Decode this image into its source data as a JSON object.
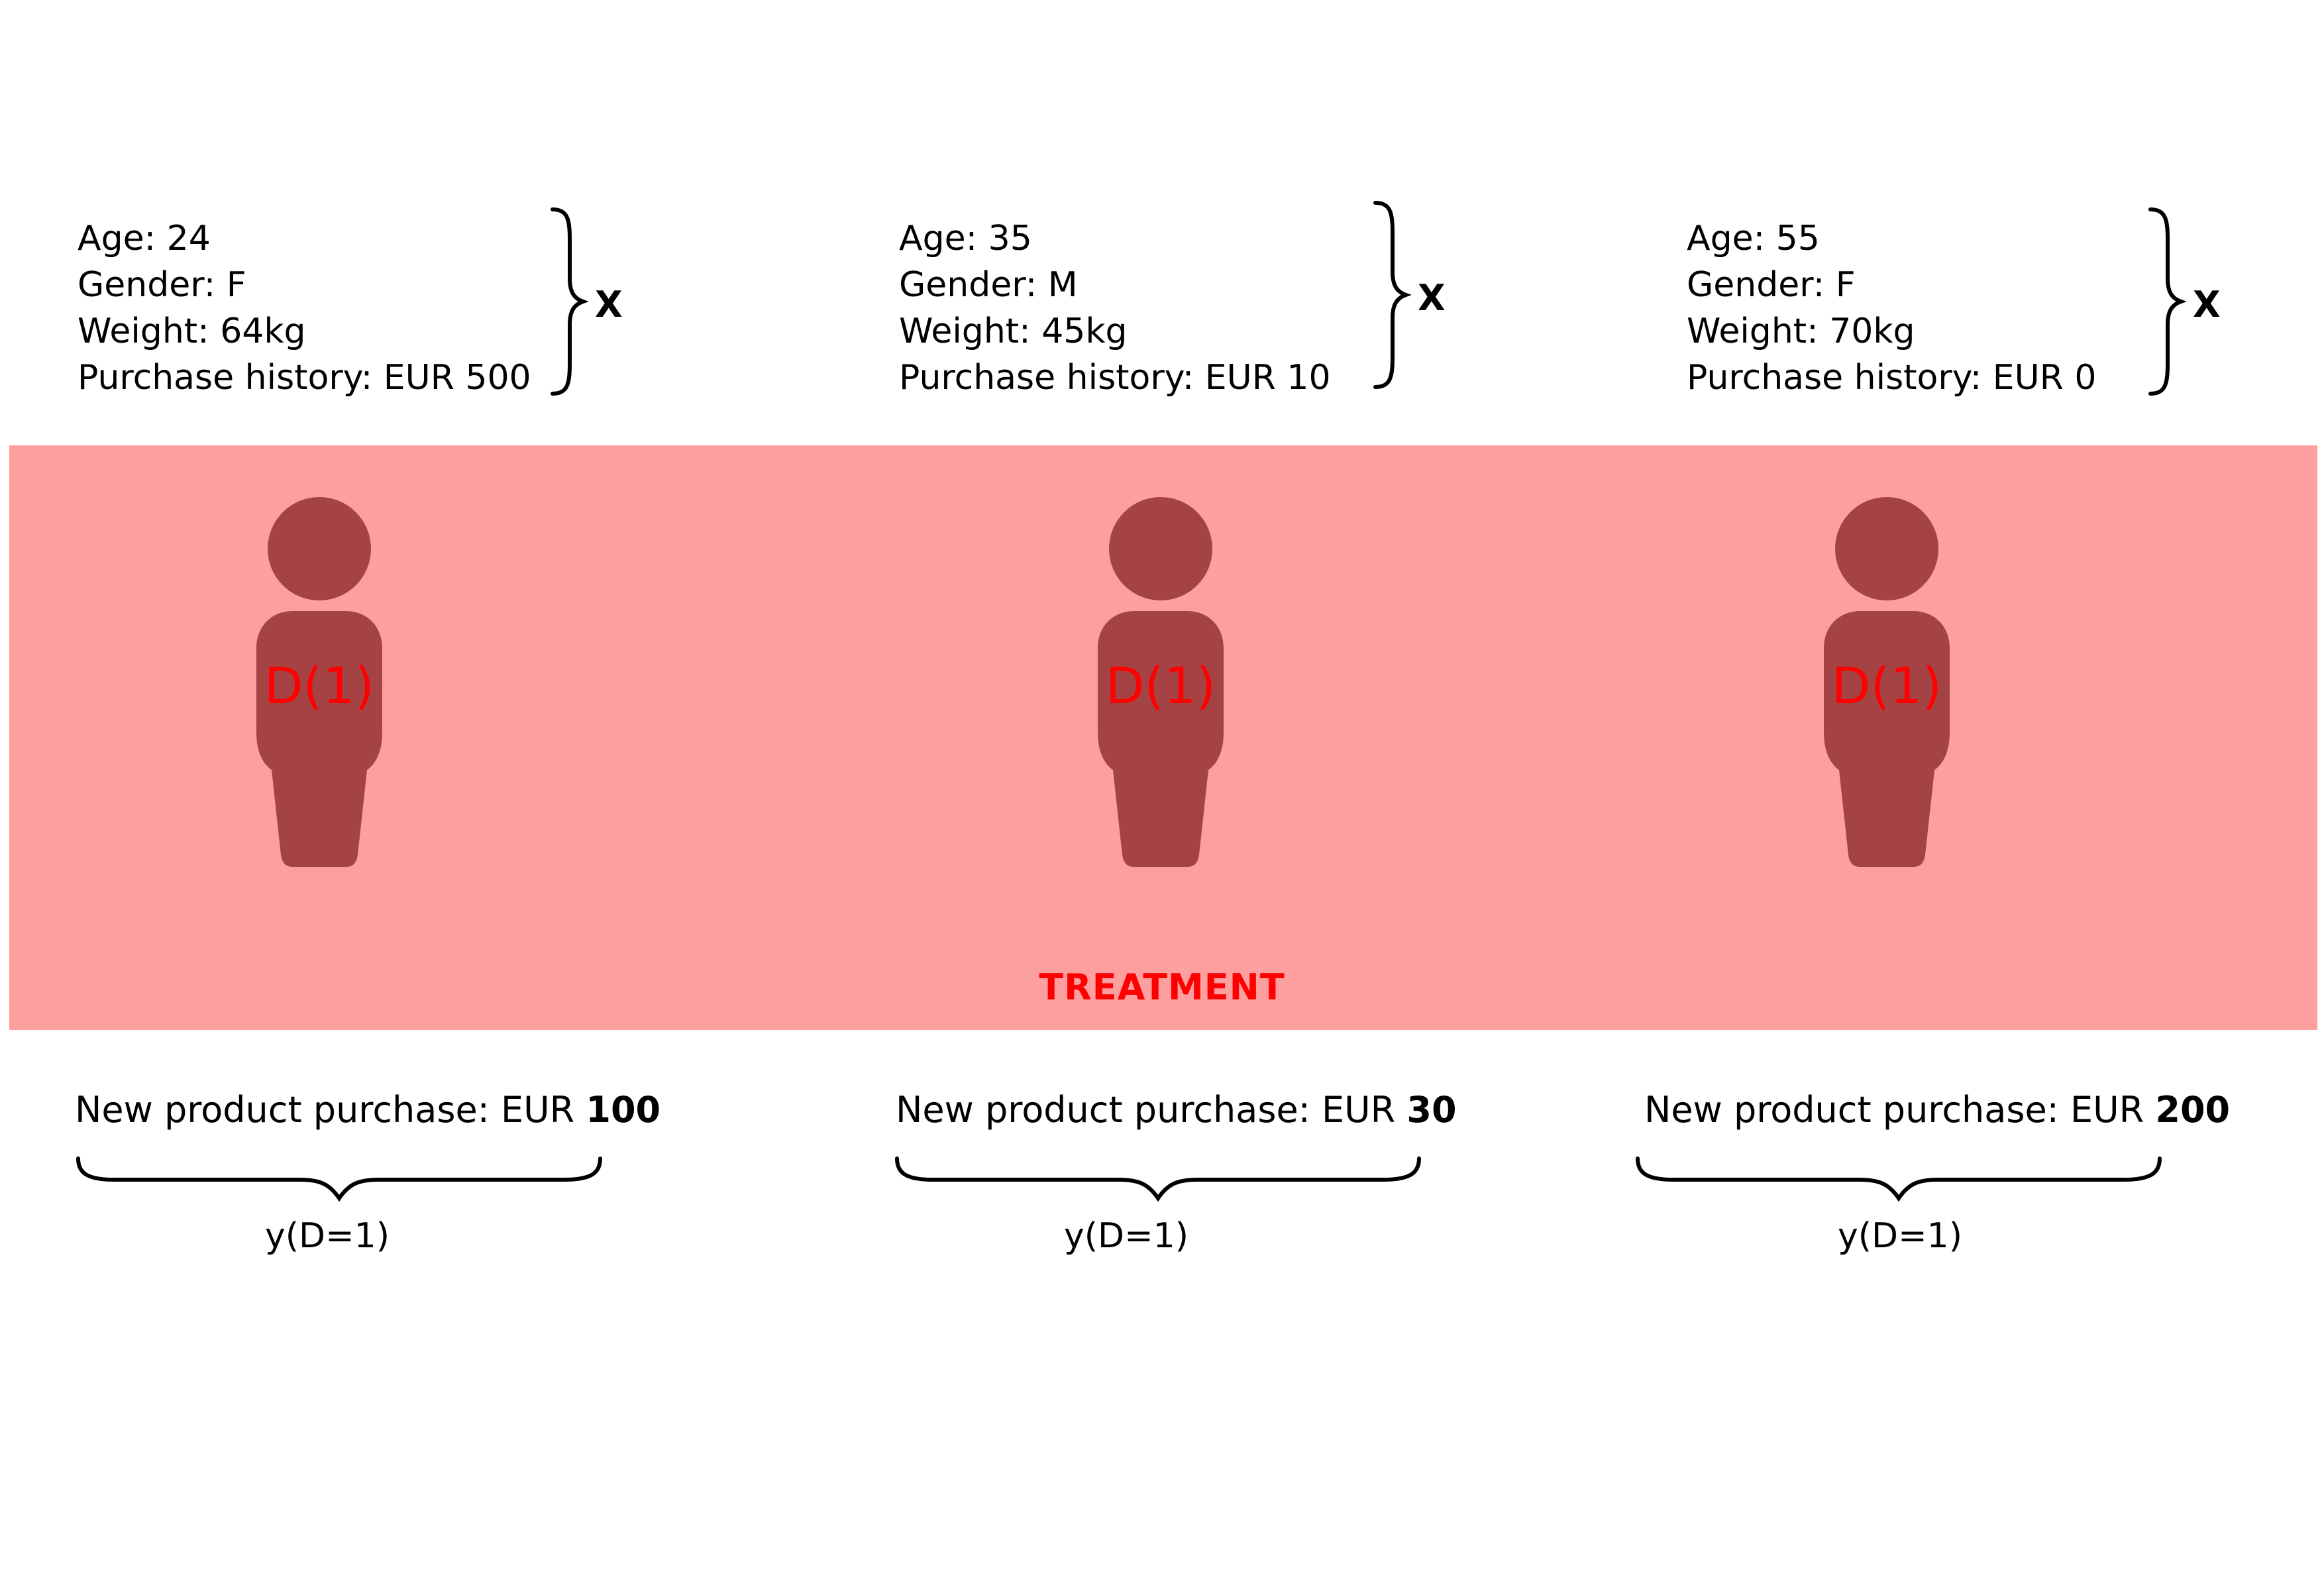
{
  "colors": {
    "band": "#fe9f9f",
    "person": "#a54344",
    "accent": "#ff0000",
    "text": "#000000"
  },
  "icons": {
    "person": "person-icon",
    "brace_right": "right-curly-brace",
    "brace_down": "bottom-curly-brace"
  },
  "treatment_label": "TREATMENT",
  "individuals": [
    {
      "features": [
        "Age: 24",
        "Gender: F",
        "Weight: 64kg",
        "Purchase history: EUR 500"
      ],
      "features_brace_label": "X",
      "treatment_tag": "D(1)",
      "purchase_prefix": "New product purchase: EUR ",
      "purchase_amount": "100",
      "outcome_label": "y(D=1)"
    },
    {
      "features": [
        "Age: 35",
        "Gender: M",
        "Weight: 45kg",
        "Purchase history: EUR 10"
      ],
      "features_brace_label": "X",
      "treatment_tag": "D(1)",
      "purchase_prefix": "New product purchase: EUR ",
      "purchase_amount": "30",
      "outcome_label": "y(D=1)"
    },
    {
      "features": [
        "Age: 55",
        "Gender: F",
        "Weight: 70kg",
        "Purchase history: EUR 0"
      ],
      "features_brace_label": "X",
      "treatment_tag": "D(1)",
      "purchase_prefix": "New product purchase: EUR ",
      "purchase_amount": "200",
      "outcome_label": "y(D=1)"
    }
  ]
}
